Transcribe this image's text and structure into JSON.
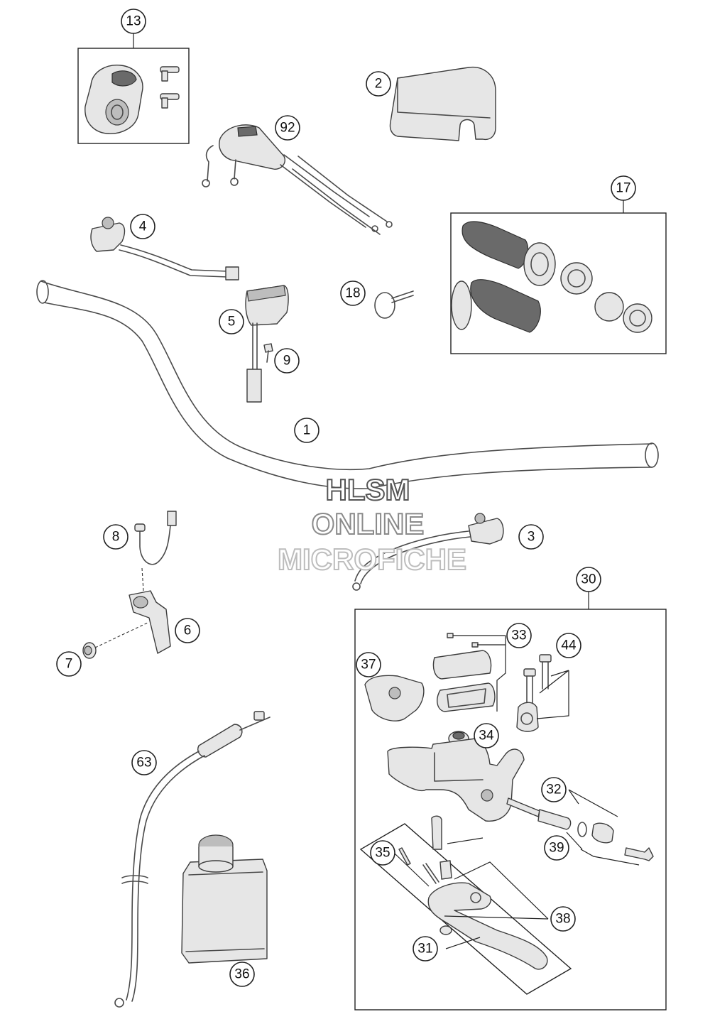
{
  "diagram": {
    "callouts": [
      {
        "key": "c13",
        "label": "13"
      },
      {
        "key": "c2",
        "label": "2"
      },
      {
        "key": "c92",
        "label": "92"
      },
      {
        "key": "c17",
        "label": "17"
      },
      {
        "key": "c4",
        "label": "4"
      },
      {
        "key": "c18",
        "label": "18"
      },
      {
        "key": "c5",
        "label": "5"
      },
      {
        "key": "c9",
        "label": "9"
      },
      {
        "key": "c1",
        "label": "1"
      },
      {
        "key": "c8",
        "label": "8"
      },
      {
        "key": "c3",
        "label": "3"
      },
      {
        "key": "c6",
        "label": "6"
      },
      {
        "key": "c7",
        "label": "7"
      },
      {
        "key": "c30",
        "label": "30"
      },
      {
        "key": "c33",
        "label": "33"
      },
      {
        "key": "c37",
        "label": "37"
      },
      {
        "key": "c44",
        "label": "44"
      },
      {
        "key": "c34",
        "label": "34"
      },
      {
        "key": "c63",
        "label": "63"
      },
      {
        "key": "c32",
        "label": "32"
      },
      {
        "key": "c39",
        "label": "39"
      },
      {
        "key": "c35",
        "label": "35"
      },
      {
        "key": "c38",
        "label": "38"
      },
      {
        "key": "c31",
        "label": "31"
      },
      {
        "key": "c36",
        "label": "36"
      }
    ]
  },
  "watermark": {
    "line1": "HLSM",
    "line2": "ONLINE",
    "line3": "MICROFICHE",
    "colors": {
      "line1": "#555555",
      "line2": "#8a8a8a",
      "line3": "#bdbdbd"
    }
  }
}
